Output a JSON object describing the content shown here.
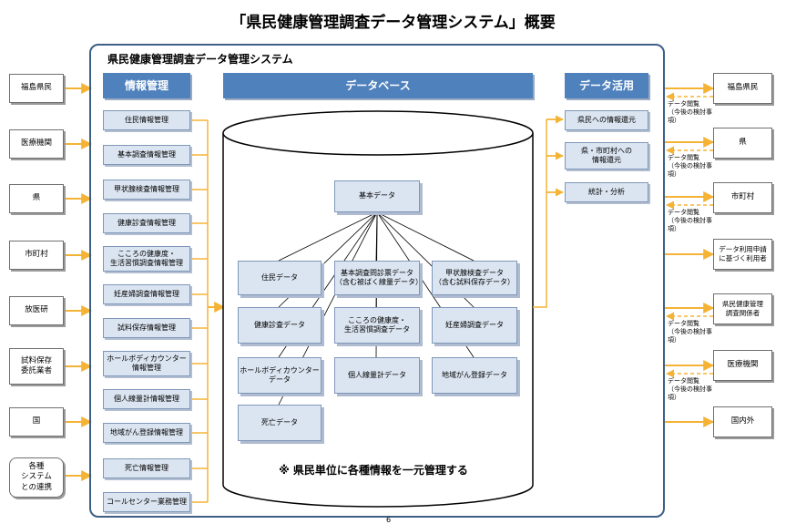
{
  "title": "「県民健康管理調査データ管理システム」概要",
  "system_name": "県民健康管理調査データ管理システム",
  "headers": {
    "info_management": "情報管理",
    "database": "データベース",
    "data_use": "データ活用"
  },
  "sources": [
    "福島県民",
    "医療機関",
    "県",
    "市町村",
    "放医研",
    "試料保存\n委託業者",
    "国",
    "各種\nシステム\nとの連携"
  ],
  "info_items": [
    "住民情報管理",
    "基本調査情報管理",
    "甲状腺検査情報管理",
    "健康診査情報管理",
    "こころの健康度・\n生活習慣調査情報管理",
    "妊産婦調査情報管理",
    "試料保存情報管理",
    "ホールボディカウンター\n情報管理",
    "個人線量計情報管理",
    "地域がん登録情報管理",
    "死亡情報管理",
    "コールセンター業務管理"
  ],
  "database": {
    "root": "基本データ",
    "items": [
      "住民データ",
      "基本調査問診票データ\n（含む被ばく線量データ）",
      "甲状腺検査データ\n（含む試料保存データ）",
      "健康診査データ",
      "こころの健康度・\n生活習慣調査データ",
      "妊産婦調査データ",
      "ホールボディカウンター\nデータ",
      "個人線量計データ",
      "地域がん登録データ",
      "死亡データ"
    ],
    "caption": "※ 県民単位に各種情報を一元管理する"
  },
  "use_items": [
    "県民への情報還元",
    "県・市町村への\n情報還元",
    "統計・分析"
  ],
  "recipients": [
    "福島県民",
    "県",
    "市町村",
    "データ利用申請\nに基づく利用者",
    "県民健康管理\n調査関係者",
    "医療機関",
    "国内外"
  ],
  "notes": [
    "データ閲覧\n（今後の検討事項）",
    "データ閲覧\n（今後の検討事項）",
    "データ閲覧\n（今後の検討事項）",
    "データ閲覧\n（今後の検討事項）",
    "データ閲覧\n（今後の検討事項）"
  ],
  "page_number": "6",
  "colors": {
    "header": "#4f81bd",
    "box_fill": "#dbe5f1",
    "arrow": "#f5b335",
    "frame": "#3e5f86"
  }
}
